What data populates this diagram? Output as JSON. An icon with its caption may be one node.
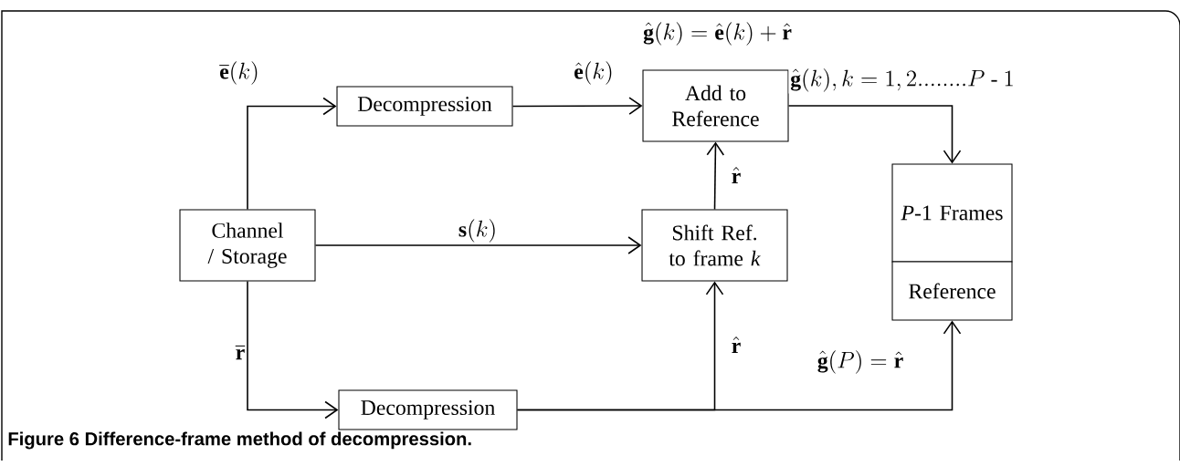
{
  "diagram": {
    "caption": "Figure 6 Difference-frame method of decompression.",
    "nodes": [
      {
        "text": [
          "Channel / Storage"
        ]
      },
      {
        "text": [
          "Decompression"
        ]
      },
      {
        "text": [
          "Add to Reference"
        ],
        "beside": [
          "\\hat{\\mathbf{g}}(k) = \\hat{\\mathbf{e}}(k) + \\hat{\\mathbf{r}}"
        ]
      },
      {
        "text": [
          "Shift Ref. to frame *k*"
        ]
      },
      {
        "text": [
          "*P*-1 Frames"
        ]
      },
      {
        "text": [
          "Reference"
        ]
      },
      {
        "text": [
          "Decompression"
        ]
      }
    ],
    "edges": [
      {
        "from": 0,
        "to": 1,
        "arrow": "to",
        "label": "\\overline{\\mathbf{e}}(k)"
      },
      {
        "from": 1,
        "to": 2,
        "arrow": "to",
        "label": "\\hat{\\mathbf{e}}(k)"
      },
      {
        "from": 0,
        "to": 3,
        "arrow": "to",
        "label": "\\mathbf{s}(k)"
      },
      {
        "from": 3,
        "to": 2,
        "arrow": "to",
        "label": "\\hat{\\mathbf{r}}"
      },
      {
        "from": 0,
        "to": 6,
        "arrow": "to",
        "label": "\\overline{\\mathbf{r}}"
      },
      {
        "from": 6,
        "to": 3,
        "arrow": "to",
        "label": "\\hat{\\mathbf{r}}"
      },
      {
        "from": 6,
        "to": 5,
        "arrow": "to",
        "label": "\\hat{\\mathbf{g}}(P) = \\hat{\\mathbf{r}}"
      },
      {
        "from": 2,
        "to": 4,
        "arrow": "to",
        "label": "\\hat{\\mathbf{g}}(k), k = 1,2........P\\text{ - }1"
      }
    ]
  }
}
